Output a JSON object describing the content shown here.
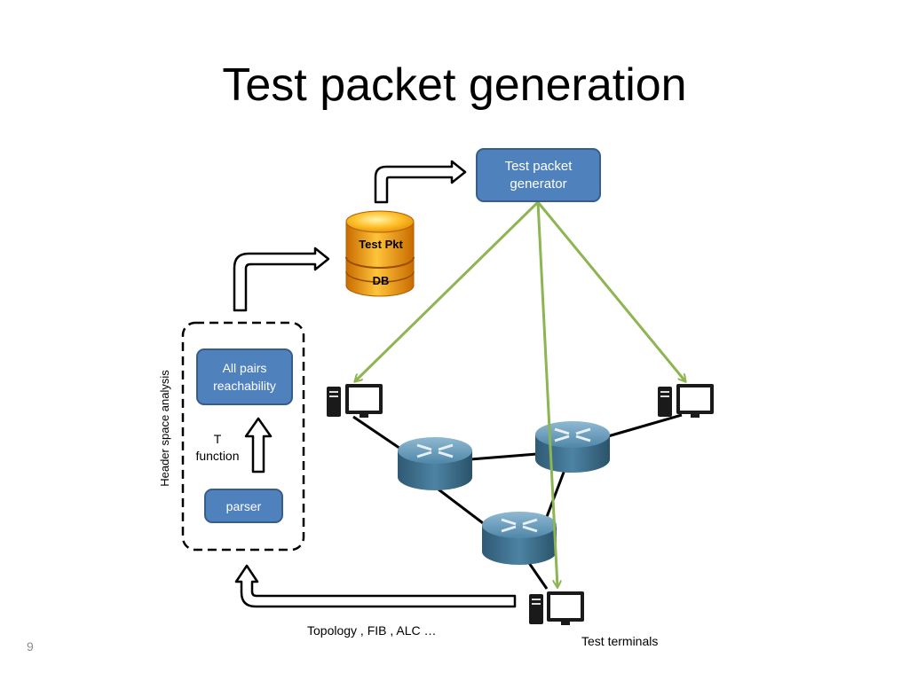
{
  "slide": {
    "title": "Test packet generation",
    "page_number": "9"
  },
  "generator": {
    "line1": "Test packet",
    "line2": "generator"
  },
  "database": {
    "top_label": "Test Pkt",
    "bottom_label": "DB"
  },
  "analysis": {
    "group_label": "Header space analysis",
    "reachability_line1": "All pairs",
    "reachability_line2": "reachability",
    "t_function_line1": "T",
    "t_function_line2": "function",
    "parser": "parser"
  },
  "network": {
    "input_label": "Topology , FIB , ALC …",
    "terminals_label": "Test terminals"
  },
  "colors": {
    "box_fill": "#4f81bd",
    "box_border": "#385d8a",
    "green_arrow": "#8db551",
    "router": "#3f6f8d",
    "db_gold": "#f5a214"
  }
}
